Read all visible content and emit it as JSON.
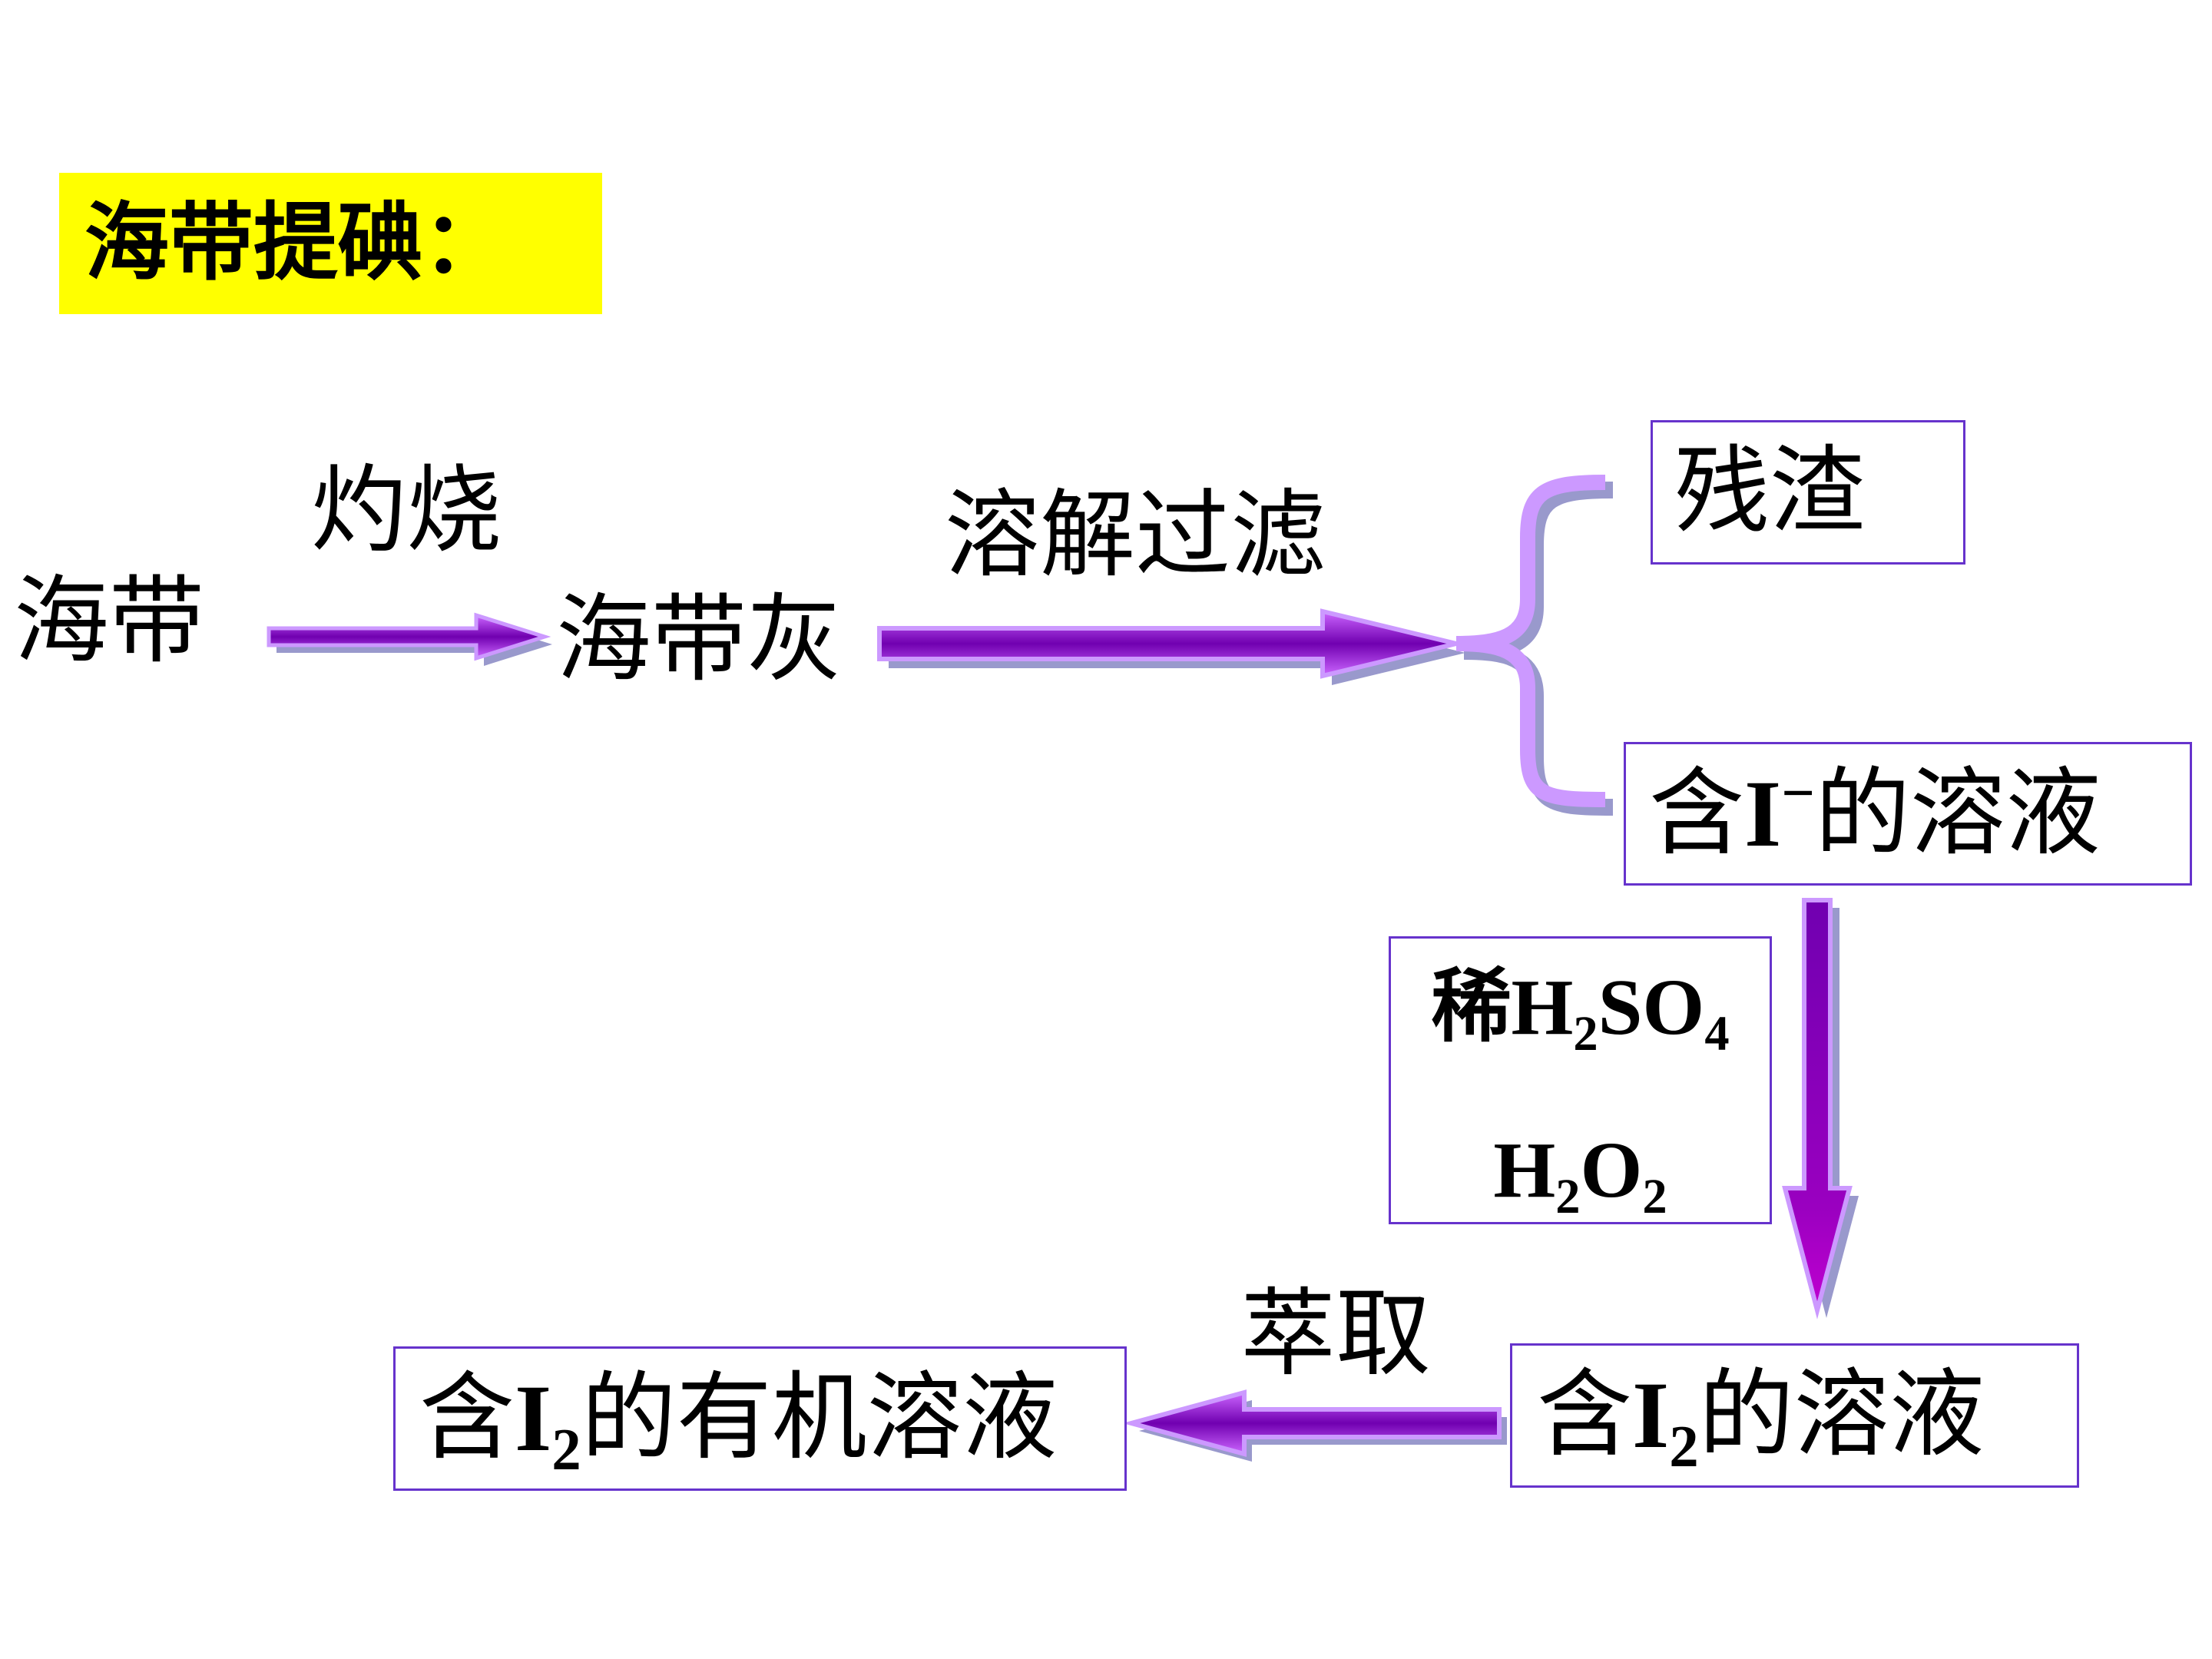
{
  "title": "海带提碘：",
  "nodes": {
    "seaweed": "海带",
    "seaweed_ash": "海带灰",
    "residue": "残渣",
    "iodide_solution": {
      "a": "含",
      "b": "I",
      "sup": "−",
      "c": "的溶液"
    },
    "iodine_solution": {
      "a": "含",
      "b": "I",
      "sub": "2",
      "c": "的溶液"
    },
    "iodine_organic_solution": {
      "a": "含",
      "b": "I",
      "sub": "2",
      "c": "的有机溶液"
    }
  },
  "steps": {
    "burn": "灼烧",
    "dissolve_filter": "溶解过滤",
    "extract": "萃取",
    "reagents": {
      "line1": [
        "稀",
        "H",
        "2",
        "SO",
        "4"
      ],
      "line2": [
        "H",
        "2",
        "O",
        "2"
      ]
    }
  },
  "colors": {
    "title_bg": "#FFFF00",
    "box_border": "#6633CC",
    "arrow_dark": "#7000B0",
    "arrow_light": "#CC66FF",
    "arrow_outline": "#CC99FF",
    "arrow_shadow": "#9999CC",
    "down_arrow_head": "#C000D0"
  }
}
